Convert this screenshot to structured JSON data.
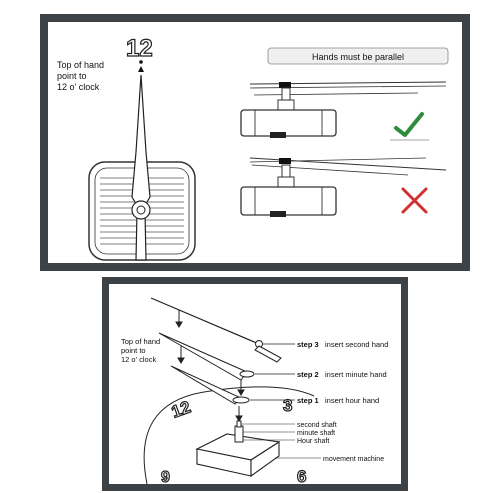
{
  "top_panel": {
    "clock_number": "12",
    "top_of_hand_label": [
      "Top of hand",
      "point to",
      "12 o' clock"
    ],
    "parallel_label": "Hands must be parallel",
    "correct_mark": "check-icon",
    "wrong_mark": "cross-icon",
    "colors": {
      "frame": "#3d4246",
      "check": "#2e8b3a",
      "cross": "#d03030",
      "banner": "#f0f0f0"
    }
  },
  "bottom_panel": {
    "top_of_hand_label": [
      "Top of hand",
      "point to",
      "12 o' clock"
    ],
    "steps": [
      {
        "step": "step 3",
        "text": "insert second hand"
      },
      {
        "step": "step 2",
        "text": "insert minute hand"
      },
      {
        "step": "step 1",
        "text": "insert hour hand"
      }
    ],
    "shaft_labels": [
      "second shaft",
      "minute shaft",
      "Hour shaft"
    ],
    "machine_label": "movement machine",
    "dial_numbers": [
      "12",
      "3",
      "6",
      "9"
    ]
  }
}
